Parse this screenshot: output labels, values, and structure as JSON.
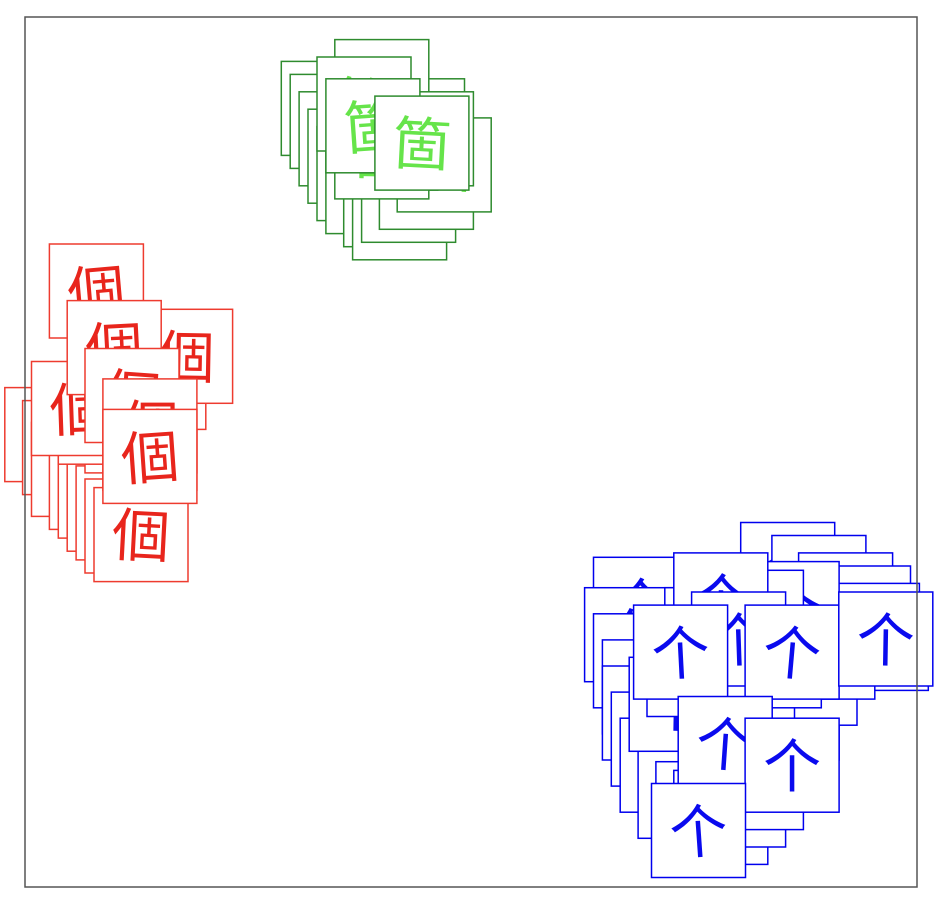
{
  "chart_data": {
    "type": "scatter",
    "title": "",
    "xlabel": "",
    "ylabel": "",
    "xlim": [
      0,
      100
    ],
    "ylim": [
      0,
      100
    ],
    "grid": false,
    "legend": "none",
    "series": [
      {
        "glyph": "個",
        "color": "#ee3b2f",
        "glyph_color": "#e8251c",
        "points": [
          {
            "x": 8,
            "y": 68.5
          },
          {
            "x": 3,
            "y": 52
          },
          {
            "x": 5,
            "y": 50.5
          },
          {
            "x": 6,
            "y": 48
          },
          {
            "x": 8,
            "y": 46.5
          },
          {
            "x": 9,
            "y": 45.5
          },
          {
            "x": 10,
            "y": 44
          },
          {
            "x": 11,
            "y": 43
          },
          {
            "x": 12,
            "y": 41.5
          },
          {
            "x": 13,
            "y": 40.5
          },
          {
            "x": 14,
            "y": 51
          },
          {
            "x": 12,
            "y": 53
          },
          {
            "x": 9,
            "y": 54
          },
          {
            "x": 6,
            "y": 55
          },
          {
            "x": 15,
            "y": 58
          },
          {
            "x": 18,
            "y": 61
          },
          {
            "x": 10,
            "y": 62
          },
          {
            "x": 12,
            "y": 56.5
          },
          {
            "x": 14,
            "y": 53
          },
          {
            "x": 14,
            "y": 49.5
          }
        ]
      },
      {
        "glyph": "箇",
        "color": "#2e8b2e",
        "glyph_color": "#66e44a",
        "points": [
          {
            "x": 34,
            "y": 89.5
          },
          {
            "x": 35,
            "y": 88
          },
          {
            "x": 36,
            "y": 86
          },
          {
            "x": 37,
            "y": 84
          },
          {
            "x": 38,
            "y": 82
          },
          {
            "x": 39,
            "y": 80.5
          },
          {
            "x": 41,
            "y": 79
          },
          {
            "x": 42,
            "y": 77.5
          },
          {
            "x": 43,
            "y": 79.5
          },
          {
            "x": 45,
            "y": 81
          },
          {
            "x": 47,
            "y": 83
          },
          {
            "x": 44,
            "y": 87.5
          },
          {
            "x": 41,
            "y": 85.5
          },
          {
            "x": 40,
            "y": 84.5
          },
          {
            "x": 40,
            "y": 92
          },
          {
            "x": 38,
            "y": 90
          },
          {
            "x": 45,
            "y": 86
          },
          {
            "x": 39,
            "y": 87.5
          },
          {
            "x": 44.5,
            "y": 85.5
          }
        ]
      },
      {
        "glyph": "个",
        "color": "#0000ee",
        "glyph_color": "#0a0aee",
        "points": [
          {
            "x": 85.5,
            "y": 36.5
          },
          {
            "x": 89,
            "y": 35
          },
          {
            "x": 92,
            "y": 33
          },
          {
            "x": 94,
            "y": 31.5
          },
          {
            "x": 95,
            "y": 29.5
          },
          {
            "x": 96,
            "y": 28
          },
          {
            "x": 69,
            "y": 32.5
          },
          {
            "x": 68,
            "y": 29
          },
          {
            "x": 69,
            "y": 26
          },
          {
            "x": 70,
            "y": 23
          },
          {
            "x": 70,
            "y": 20
          },
          {
            "x": 71,
            "y": 17
          },
          {
            "x": 72,
            "y": 14
          },
          {
            "x": 74,
            "y": 11
          },
          {
            "x": 76,
            "y": 9
          },
          {
            "x": 78,
            "y": 8
          },
          {
            "x": 80,
            "y": 10
          },
          {
            "x": 82,
            "y": 12
          },
          {
            "x": 84,
            "y": 16
          },
          {
            "x": 86,
            "y": 20
          },
          {
            "x": 88,
            "y": 24
          },
          {
            "x": 90,
            "y": 27
          },
          {
            "x": 73,
            "y": 21
          },
          {
            "x": 75,
            "y": 25
          },
          {
            "x": 77,
            "y": 29
          },
          {
            "x": 79,
            "y": 18
          },
          {
            "x": 81,
            "y": 22
          },
          {
            "x": 84,
            "y": 26
          },
          {
            "x": 86,
            "y": 32
          },
          {
            "x": 82,
            "y": 31
          },
          {
            "x": 78,
            "y": 33
          },
          {
            "x": 80,
            "y": 28.5
          },
          {
            "x": 86,
            "y": 27
          },
          {
            "x": 96.5,
            "y": 28.5
          },
          {
            "x": 73.5,
            "y": 27
          },
          {
            "x": 78.5,
            "y": 16.5
          },
          {
            "x": 86,
            "y": 14
          },
          {
            "x": 75.5,
            "y": 6.5
          }
        ]
      }
    ]
  }
}
